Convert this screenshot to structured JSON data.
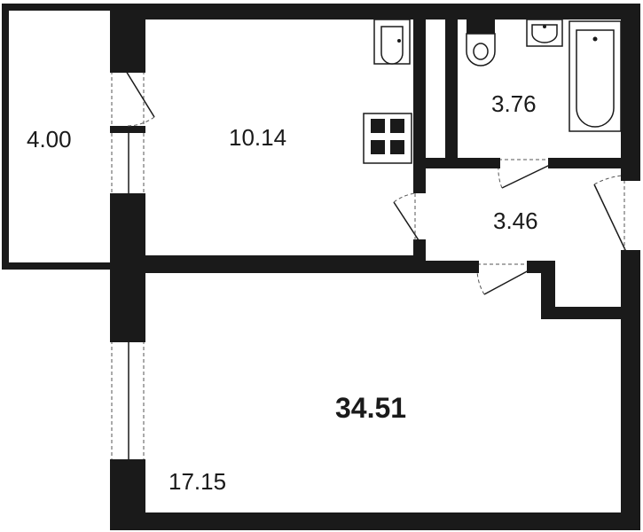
{
  "plan": {
    "total_area": "34.51",
    "rooms": {
      "balcony": "4.00",
      "kitchen": "10.14",
      "bathroom": "3.76",
      "hallway": "3.46",
      "living_room": "17.15"
    }
  },
  "colors": {
    "wall": "#1a1a1a",
    "background": "#ffffff"
  }
}
